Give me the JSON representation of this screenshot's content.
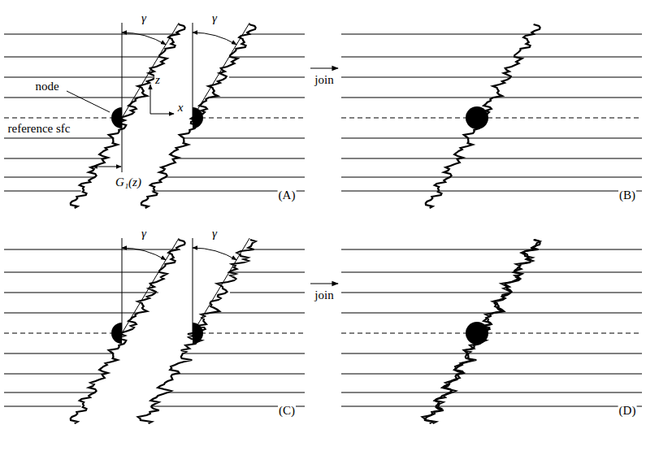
{
  "diagram": {
    "labels": [
      "γ",
      "γ",
      "node",
      "z",
      "reference sfc",
      "x",
      "G₁(z)",
      "join",
      "(A)",
      "(B)",
      "γ",
      "γ",
      "join",
      "(C)",
      "(D)"
    ]
  }
}
